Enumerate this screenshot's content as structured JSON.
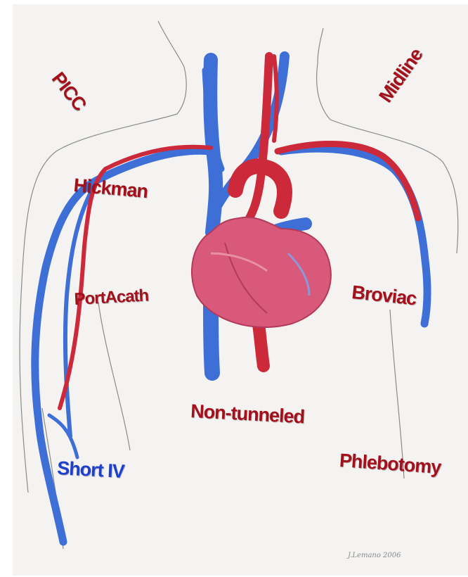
{
  "labels": {
    "picc": "PICC",
    "midline": "Midline",
    "hickman": "Hickman",
    "portacath": "PortAcath",
    "broviac": "Broviac",
    "nontunneled": "Non-tunneled",
    "shortiv": "Short IV",
    "phlebotomy": "Phlebotomy"
  },
  "signature": "J.Lemano 2006",
  "colors": {
    "label_red": "#a3101b",
    "label_blue": "#1c3fcf",
    "artery": "#cc2a3a",
    "vein": "#3d6fd6",
    "heart": "#d9597a",
    "pencil": "#8a8a8a"
  }
}
